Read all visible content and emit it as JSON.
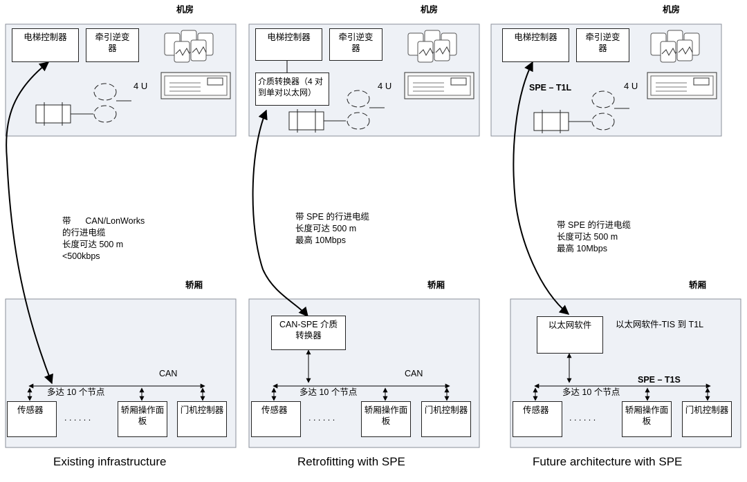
{
  "panel_labels": {
    "machine_room": "机房",
    "car": "轿厢"
  },
  "machine_room_items": {
    "elevator_controller": "电梯控制器",
    "traction_inverter": "牵引逆变\n器",
    "size_4u": "4 U"
  },
  "car_items": {
    "max_nodes": "多达 10 个节点",
    "sensor": "传感器",
    "dots": ". . . . . .",
    "car_panel": "轿厢操作面\n板",
    "door_controller": "门机控制器"
  },
  "columns": [
    {
      "caption": "Existing infrastructure",
      "cable_text": "带      CAN/LonWorks\n的行进电缆\n长度可达 500 m\n<500kbps",
      "bus_label": "CAN"
    },
    {
      "caption": "Retrofitting with SPE",
      "converter_text": "介质转换器（4 对\n到单对以太网）",
      "cable_text": "带 SPE 的行进电缆\n长度可达 500 m\n最高 10Mbps",
      "car_converter": "CAN-SPE 介质\n转换器",
      "bus_label": "CAN"
    },
    {
      "caption": "Future architecture with SPE",
      "spe_label": "SPE – T1L",
      "cable_text": "带 SPE 的行进电缆\n长度可达 500 m\n最高 10Mbps",
      "car_ethernet": "以太网软件",
      "car_ethernet_note": "以太网软件-TIS 到 T1L",
      "bus_label": "SPE – T1S"
    }
  ]
}
